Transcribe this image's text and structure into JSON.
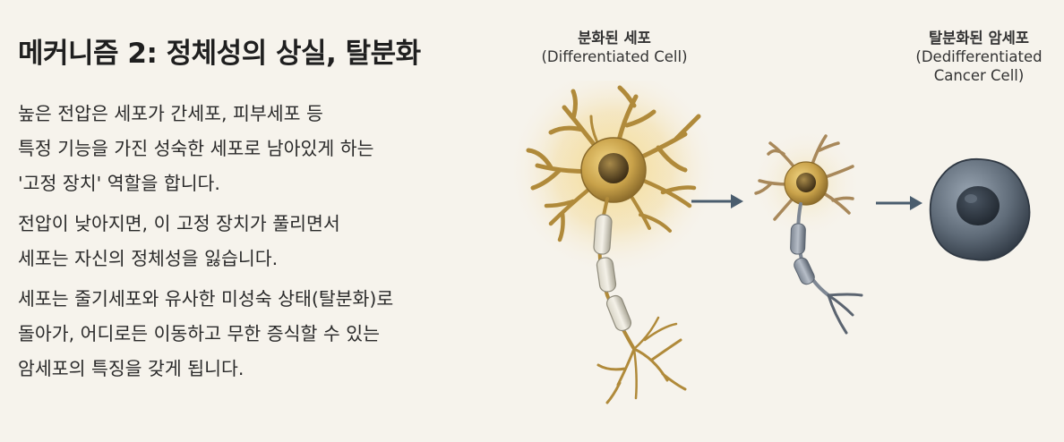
{
  "title": "메커니즘 2: 정체성의 상실, 탈분화",
  "paragraphs": [
    [
      "높은 전압은 세포가 간세포, 피부세포 등",
      "특정 기능을 가진 성숙한 세포로 남아있게 하는",
      "'고정 장치' 역할을 합니다."
    ],
    [
      "전압이 낮아지면, 이 고정 장치가 풀리면서",
      "세포는 자신의 정체성을 잃습니다."
    ],
    [
      "세포는 줄기세포와 유사한 미성숙 상태(탈분화)로",
      "돌아가, 어디로든 이동하고 무한 증식할 수 있는",
      "암세포의 특징을 갖게 됩니다."
    ]
  ],
  "labels": {
    "differentiated": {
      "ko": "분화된 세포",
      "en": "(Differentiated Cell)"
    },
    "dedifferentiated": {
      "ko": "탈분화된 암세포",
      "en_line1": "(Dedifferentiated",
      "en_line2": "Cancer Cell)"
    }
  },
  "colors": {
    "background": "#f6f3ec",
    "neuron_body": "#c9a24a",
    "neuron_glow": "#f3d890",
    "arrow": "#4a5d6e",
    "cancer_cell": "#5f6b78"
  }
}
